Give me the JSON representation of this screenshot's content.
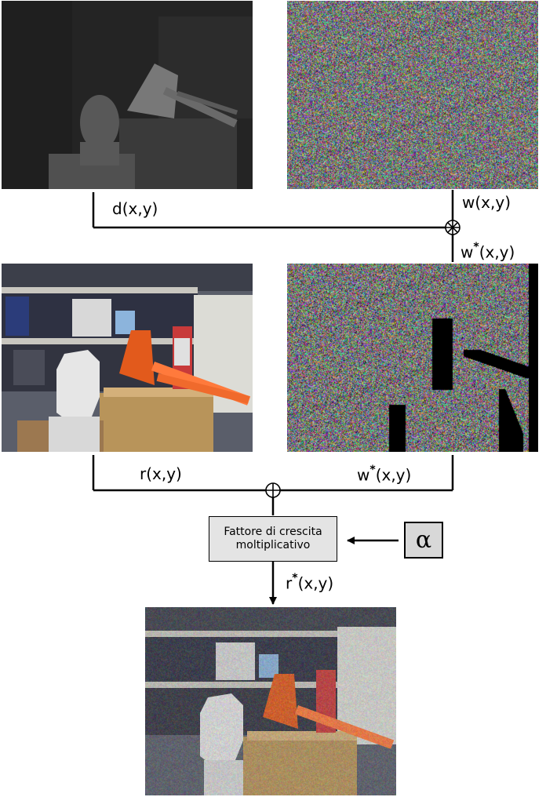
{
  "panels": {
    "depth": {
      "label": "d(x,y)"
    },
    "watermark": {
      "label": "w(x,y)"
    },
    "masked_watermark": {
      "label_base": "w",
      "label_sup": "*",
      "label_args": "(x,y)"
    },
    "reference": {
      "label": "r(x,y)"
    },
    "masked_watermark_2": {
      "label_base": "w",
      "label_sup": "*",
      "label_args": "(x,y)"
    },
    "output": {
      "label_base": "r",
      "label_sup": "*",
      "label_args": "(x,y)"
    }
  },
  "blocks": {
    "growth_factor": {
      "line1": "Fattore di crescita",
      "line2": "moltiplicativo"
    },
    "alpha": {
      "symbol": "α"
    }
  },
  "operators": {
    "multiply": "⊗",
    "add": "⊕"
  }
}
